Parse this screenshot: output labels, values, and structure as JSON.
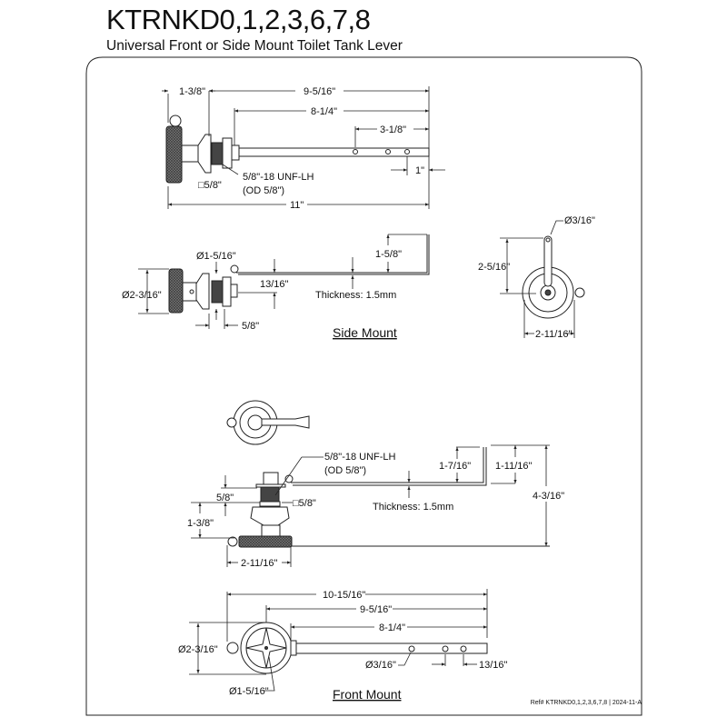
{
  "header": {
    "title": "KTRNKD0,1,2,3,6,7,8",
    "subtitle": "Universal Front or Side Mount Toilet Tank Lever"
  },
  "top_view": {
    "d_1_3_8": "1-3/8\"",
    "d_9_5_16": "9-5/16\"",
    "d_8_1_4": "8-1/4\"",
    "d_3_1_8": "3-1/8\"",
    "d_1": "1\"",
    "thread": "5/8\"-18 UNF-LH",
    "od": "(OD 5/8\")",
    "square": "□5/8\"",
    "d_11": "11\""
  },
  "side_mount": {
    "dia_1_5_16": "Ø1-5/16\"",
    "dia_2_3_16": "Ø2-3/16\"",
    "d_13_16": "13/16\"",
    "d_1_5_8": "1-5/8\"",
    "thickness": "Thickness: 1.5mm",
    "d_5_8": "5/8\"",
    "label": "Side Mount"
  },
  "end_view": {
    "dia_3_16": "Ø3/16\"",
    "d_2_5_16": "2-5/16\"",
    "d_2_11_16": "2-11/16\""
  },
  "front_side_view": {
    "thread": "5/8\"-18 UNF-LH",
    "od": "(OD 5/8\")",
    "d_1_7_16": "1-7/16\"",
    "d_1_11_16": "1-11/16\"",
    "d_4_3_16": "4-3/16\"",
    "d_5_8": "5/8\"",
    "square": "□5/8\"",
    "thickness": "Thickness: 1.5mm",
    "d_1_3_8": "1-3/8\"",
    "d_2_11_16": "2-11/16\""
  },
  "front_mount": {
    "d_10_15_16": "10-15/16\"",
    "d_9_5_16": "9-5/16\"",
    "d_8_1_4": "8-1/4\"",
    "dia_2_3_16": "Ø2-3/16\"",
    "dia_3_16": "Ø3/16\"",
    "d_13_16": "13/16\"",
    "dia_1_5_16": "Ø1-5/16\"",
    "label": "Front Mount"
  },
  "footer": {
    "ref": "Ref# KTRNKD0,1,2,3,6,7,8 | 2024-11-A"
  }
}
